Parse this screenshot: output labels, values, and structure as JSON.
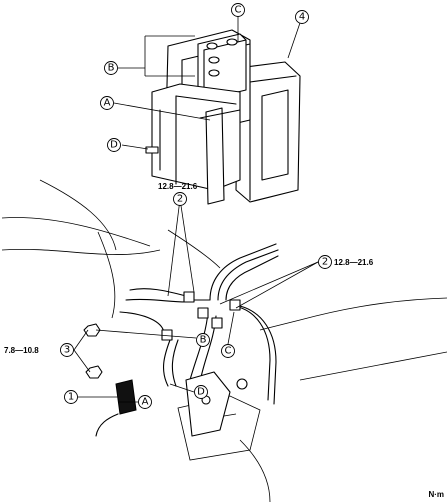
{
  "callouts": {
    "c": "C",
    "n4": "4",
    "b_top": "B",
    "a_top": "A",
    "d_top": "D",
    "n2_upper": "2",
    "n2_right": "2",
    "n3": "3",
    "n1": "1",
    "b_low": "B",
    "c_low": "C",
    "d_low": "D",
    "a_low": "A"
  },
  "torques": {
    "upper": "12.8—21.6",
    "right": "12.8—21.6",
    "left": "7.8—10.8"
  },
  "units": "N·m"
}
